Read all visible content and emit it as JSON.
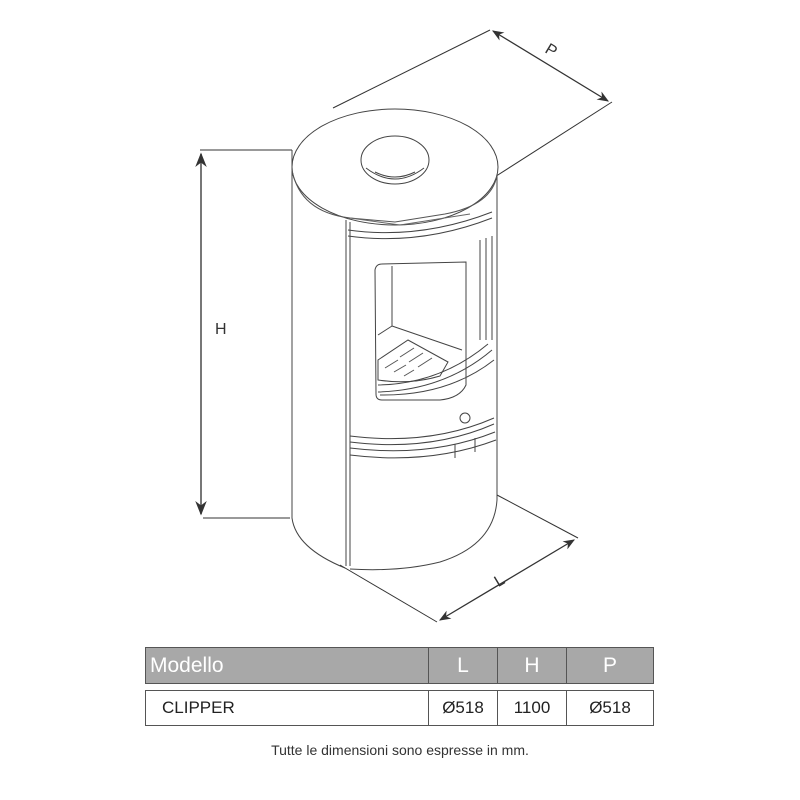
{
  "drawing": {
    "subject": "cylindrical wood stove isometric outline",
    "dimension_labels": {
      "height": "H",
      "depth": "P",
      "width": "L"
    }
  },
  "table": {
    "headers": {
      "model": "Modello",
      "l": "L",
      "h": "H",
      "p": "P"
    },
    "rows": [
      {
        "model": "CLIPPER",
        "l": "Ø518",
        "h": "1100",
        "p": "Ø518"
      }
    ],
    "colors": {
      "header_bg": "#a8a8a8",
      "header_text": "#ffffff",
      "border": "#555555"
    }
  },
  "footnote": "Tutte le dimensioni sono espresse in mm."
}
